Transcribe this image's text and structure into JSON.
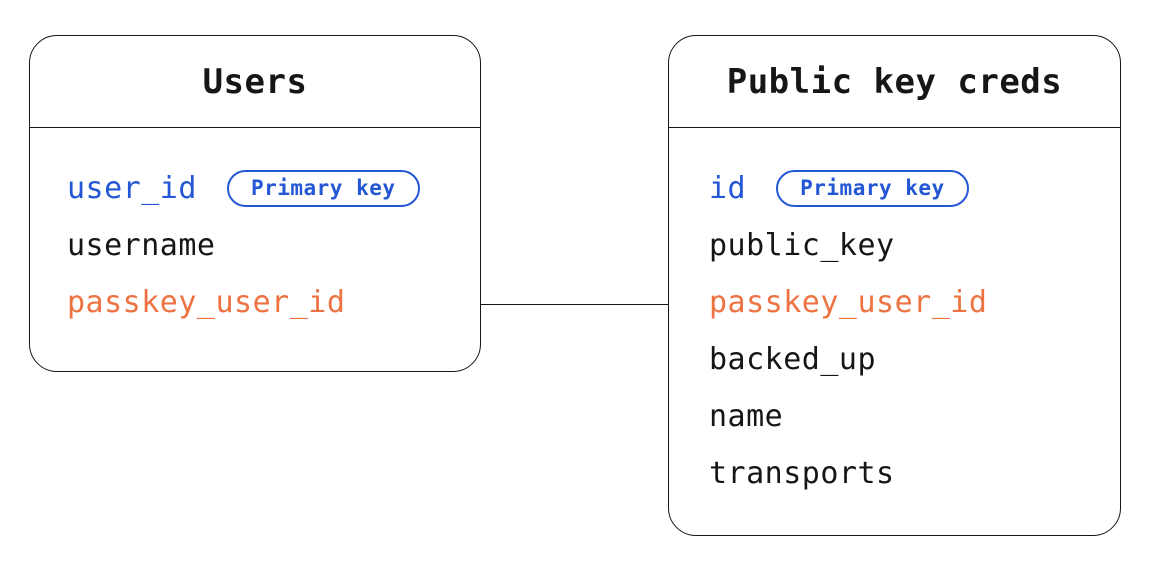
{
  "diagram": {
    "type": "entity-relationship",
    "background": "#ffffff",
    "colors": {
      "stroke": "#161616",
      "primary_key_blue": "#2457d5",
      "foreign_key_orange": "#ed7342"
    },
    "tables": [
      {
        "title": "Users",
        "fields": [
          {
            "label": "user_id",
            "color": "blue",
            "badge": "Primary key"
          },
          {
            "label": "username",
            "color": "default"
          },
          {
            "label": "passkey_user_id",
            "color": "orange"
          }
        ]
      },
      {
        "title": "Public key creds",
        "fields": [
          {
            "label": "id",
            "color": "blue",
            "badge": "Primary key"
          },
          {
            "label": "public_key",
            "color": "default"
          },
          {
            "label": "passkey_user_id",
            "color": "orange"
          },
          {
            "label": "backed_up",
            "color": "default"
          },
          {
            "label": "name",
            "color": "default"
          },
          {
            "label": "transports",
            "color": "default"
          }
        ]
      }
    ],
    "relationship": {
      "from": "Users.passkey_user_id",
      "to": "Public key creds.passkey_user_id"
    }
  }
}
